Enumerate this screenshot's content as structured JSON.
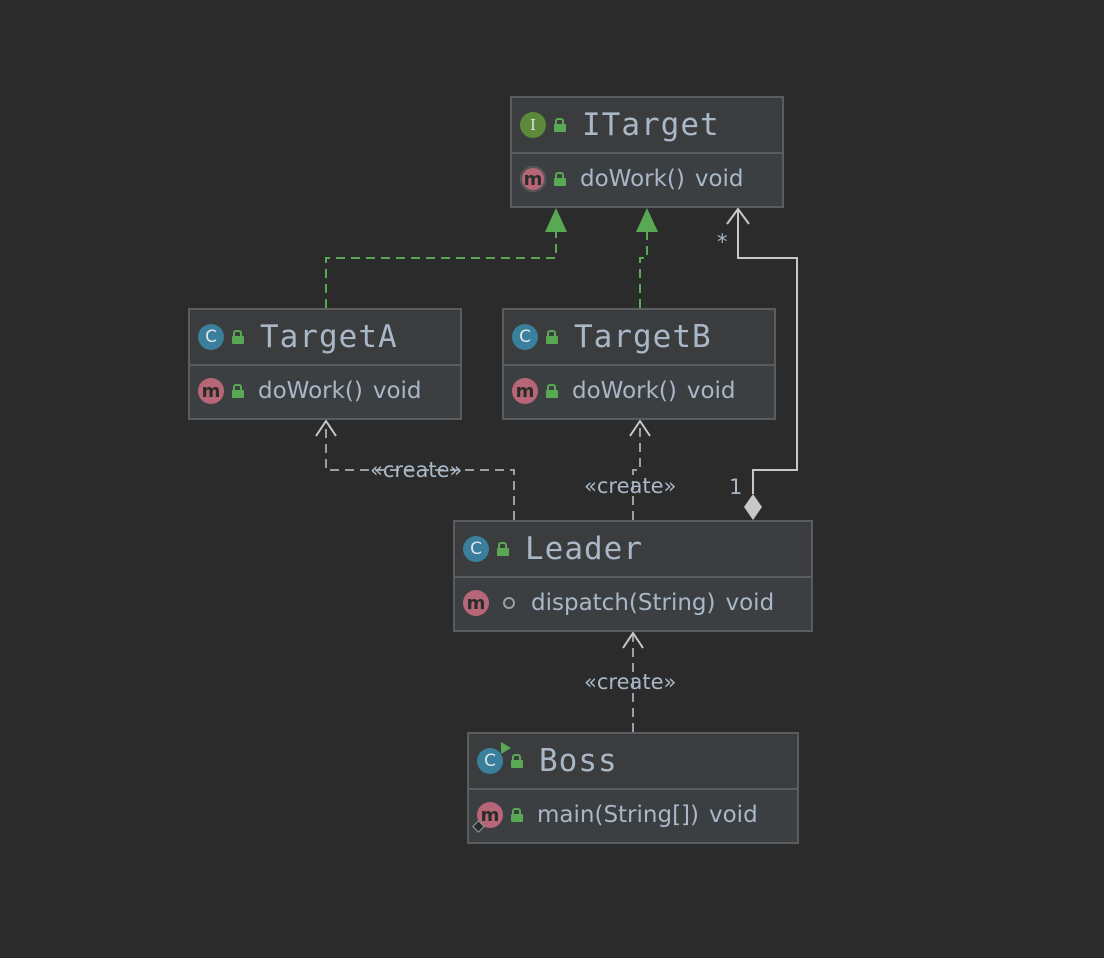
{
  "colors": {
    "background": "#2b2b2b",
    "box": "#3c3f41",
    "border": "#5a5d5f",
    "text": "#a9b7c6",
    "implements_line": "#59a854",
    "dependency_line": "#9aa0a6",
    "association_line": "#c8c8c8"
  },
  "nodes": {
    "itarget": {
      "badge": "I",
      "badge_type": "interface-icon",
      "name": "ITarget",
      "members": [
        {
          "badge": "m",
          "signature": "doWork()",
          "type": "void"
        }
      ]
    },
    "targeta": {
      "badge": "C",
      "badge_type": "class-icon",
      "name": "TargetA",
      "members": [
        {
          "badge": "m",
          "signature": "doWork()",
          "type": "void"
        }
      ]
    },
    "targetb": {
      "badge": "C",
      "badge_type": "class-icon",
      "name": "TargetB",
      "members": [
        {
          "badge": "m",
          "signature": "doWork()",
          "type": "void"
        }
      ]
    },
    "leader": {
      "badge": "C",
      "badge_type": "class-icon",
      "name": "Leader",
      "members": [
        {
          "badge": "m",
          "signature": "dispatch(String)",
          "type": "void"
        }
      ]
    },
    "boss": {
      "badge": "C",
      "badge_type": "runnable-class-icon",
      "name": "Boss",
      "members": [
        {
          "badge": "m",
          "signature": "main(String[])",
          "type": "void"
        }
      ]
    }
  },
  "edges": [
    {
      "from": "TargetA",
      "to": "ITarget",
      "kind": "implements"
    },
    {
      "from": "TargetB",
      "to": "ITarget",
      "kind": "implements"
    },
    {
      "from": "Leader",
      "to": "TargetA",
      "kind": "dependency",
      "label": "«create»"
    },
    {
      "from": "Leader",
      "to": "TargetB",
      "kind": "dependency",
      "label": "«create»"
    },
    {
      "from": "Boss",
      "to": "Leader",
      "kind": "dependency",
      "label": "«create»"
    },
    {
      "from": "Leader",
      "to": "ITarget",
      "kind": "composition",
      "source_multiplicity": "1",
      "target_multiplicity": "*"
    }
  ]
}
